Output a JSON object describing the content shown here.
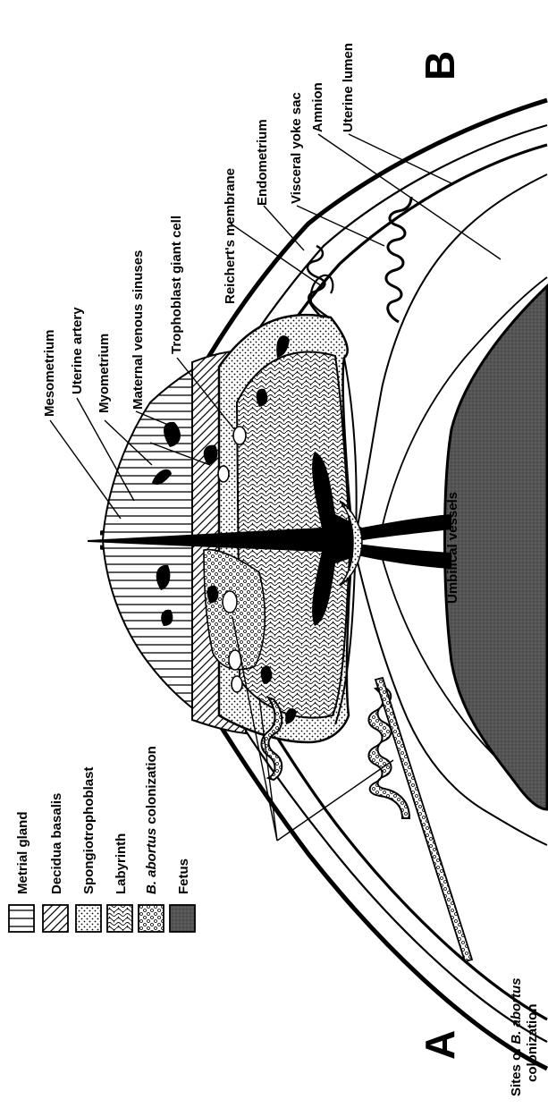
{
  "figure": {
    "panel_labels": {
      "left": "A",
      "right": "B"
    },
    "legend": [
      {
        "pattern": "metrial",
        "label": "Metrial gland"
      },
      {
        "pattern": "decidua",
        "label": "Decidua basalis"
      },
      {
        "pattern": "spongio",
        "label": "Spongiotrophoblast"
      },
      {
        "pattern": "labyrinth",
        "label": "Labyrinth"
      },
      {
        "pattern": "babortus",
        "label_italic": "B. abortus",
        "label_rest": " colonization"
      },
      {
        "pattern": "fetus",
        "label": "Fetus"
      }
    ],
    "callouts": {
      "sites_line1_prefix": "Sites of ",
      "sites_line1_italic": "B. abortus",
      "sites_line2": "colonization",
      "mesometrium": "Mesometrium",
      "uterine_artery": "Uterine artery",
      "myometrium": "Myometrium",
      "maternal_venous_sinuses": "Maternal venous sinuses",
      "trophoblast_giant_cell": "Trophoblast giant cell",
      "reicherts_membrane": "Reichert's membrane",
      "endometrium": "Endometrium",
      "visceral_yoke_sac": "Visceral yoke sac",
      "amnion": "Amnion",
      "uterine_lumen": "Uterine lumen",
      "umbilical_vessels": "Umbilical vessels"
    },
    "colors": {
      "ink": "#000000",
      "fetus": "#4a4a4a",
      "paper": "#ffffff"
    }
  }
}
